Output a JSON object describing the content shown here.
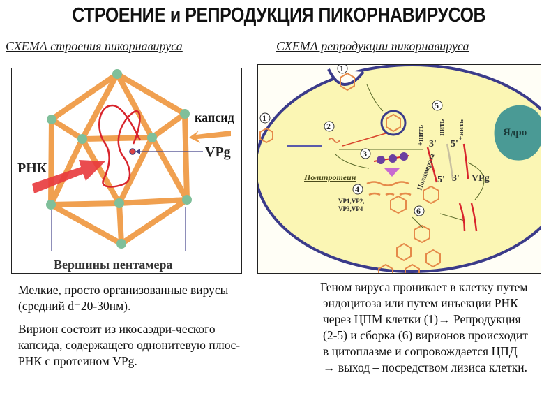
{
  "title": "СТРОЕНИЕ и РЕПРОДУКЦИЯ ПИКОРНАВИРУСОВ",
  "left": {
    "subtitle": "СХЕМА строения пикорнавируса",
    "diagram": {
      "label_rna": "РНК",
      "label_vpg": "VPg",
      "label_capsid": "капсид",
      "label_vertices": "Вершины пентамера"
    },
    "paragraph1": "Мелкие, просто организованные вирусы (средний d=20-30нм).",
    "paragraph2": "Вирион состоит из икосаэдри-ческого капсида, содержащего однонитевую плюс-РНК с протеином VPg."
  },
  "right": {
    "subtitle": "СХЕМА репродукции пикорнавируса",
    "diagram": {
      "step1": "1",
      "step1b": "1",
      "step2": "2",
      "step3": "3",
      "step4": "4",
      "step5": "5",
      "step6": "6",
      "nucleus": "Ядро",
      "polyprotein": "Полипротеин",
      "polymerase": "Полимераза",
      "vp_line1": "VP1,VP2,",
      "vp_line2": "VP3,VP4",
      "strand_plus1": "+нить",
      "strand_minus": "- нить",
      "strand_plus2": "+нить",
      "end_3a": "3'",
      "end_5a": "5'",
      "end_5b": "5'",
      "end_3b": "3'",
      "vpg": "VPg"
    },
    "paragraph": "Геном вируса проникает в клетку путем  эндоцитоза или путем инъекции РНК через ЦПМ клетки (1)→ Репродукция (2-5) и сборка (6) вирионов происходит в цитоплазме и сопровождается ЦПД → выход – посредством лизиса клетки."
  },
  "colors": {
    "capsid": "#f0a050",
    "vertex": "#7fbf9a",
    "rna": "#d8242c",
    "cytoplasm": "#fbf6b4",
    "membrane": "#3b3b8a",
    "nucleus": "#4a9a95"
  }
}
